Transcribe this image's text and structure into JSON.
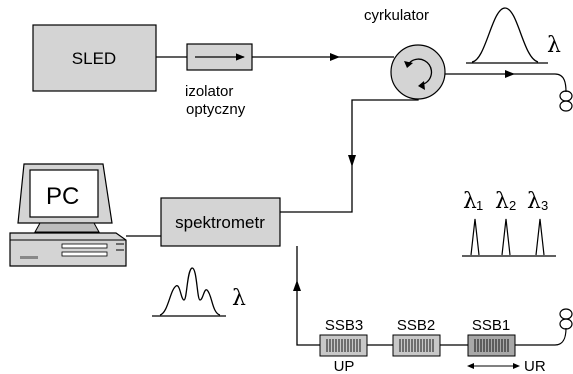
{
  "labels": {
    "sled": "SLED",
    "isolator_line1": "izolator",
    "isolator_line2": "optyczny",
    "circulator": "cyrkulator",
    "pc": "PC",
    "spectrometer": "spektrometr",
    "ssb3": "SSB3",
    "ssb2": "SSB2",
    "ssb1": "SSB1",
    "up": "UP",
    "ur": "UR",
    "lambda": "λ",
    "lambda1": "λ",
    "lambda1_sub": "1",
    "lambda2": "λ",
    "lambda2_sub": "2",
    "lambda3": "λ",
    "lambda3_sub": "3"
  },
  "colors": {
    "box_fill": "#d4d4d4",
    "line": "#000000",
    "grating_fill": "#c8c8c8"
  }
}
